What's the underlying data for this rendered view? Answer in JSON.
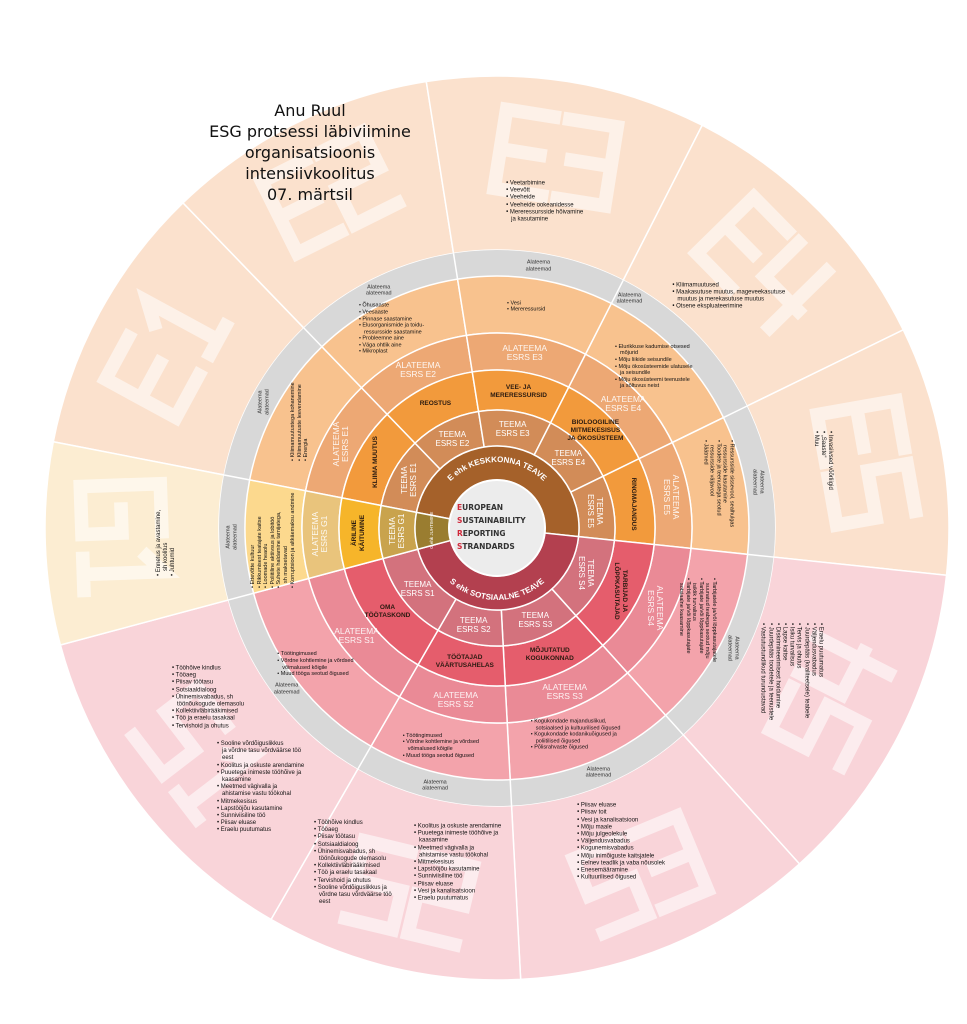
{
  "title": {
    "author": "Anu Ruul",
    "line1": "ESG protsessi läbiviimine organisatsioonis",
    "line2": "intensiivkoolitus",
    "date": "07. märtsil"
  },
  "center": {
    "words": [
      "EUROPEAN",
      "SUSTAINABILITY",
      "REPORTING",
      "STRANDARDS"
    ],
    "e_label": "E ehk KESKKONNA TEAVE",
    "s_label": "S ehk SOTSIAALNE TEAVE",
    "g_label": "G ehk JUHTIMINE"
  },
  "labels": {
    "teema": "TEEMA",
    "alateema": "ALATEEMA",
    "subsub": [
      "Alateema",
      "alateemad"
    ]
  },
  "colors": {
    "e_outer": "#fbe1cd",
    "e_list": "#f8c28e",
    "e_alateema": "#eda874",
    "e_topic": "#f29a3c",
    "e_teema": "#d28c58",
    "e_core": "#a5612a",
    "s_outer": "#f9d4d9",
    "s_list": "#f3a3ab",
    "s_alateema": "#ea8a96",
    "s_topic": "#e55d6c",
    "s_teema": "#d3727d",
    "s_core": "#b3404f",
    "g_outer": "#fcedd2",
    "g_list": "#fcd98e",
    "g_alateema": "#e9c47c",
    "g_topic": "#f6b52a",
    "g_teema": "#c9a34d",
    "g_core": "#9a7d30",
    "gray_ring": "#d8d8d8",
    "center": "#ececec"
  },
  "sectors": [
    {
      "code": "E1",
      "group": "e",
      "esrs": "ESRS E1",
      "topic": [
        "KLIIMA MUUTUS"
      ],
      "subtopics": [
        "Kliimamuutustega kohanemine",
        "Kliimamuutuste leevendamine",
        "Energia"
      ],
      "outer": []
    },
    {
      "code": "E2",
      "group": "e",
      "esrs": "ESRS E2",
      "topic": [
        "REOSTUS"
      ],
      "subtopics": [
        "Õhusaaste",
        "Veesaaste",
        "Pinnase saastamine",
        "Elusorganismide ja toidu-",
        "ressursside saastamine",
        "Probleemne aine",
        "Väga ohtlik aine",
        "Mikroplast"
      ],
      "outer": []
    },
    {
      "code": "E3",
      "group": "e",
      "esrs": "ESRS E3",
      "topic": [
        "VEE- JA",
        "MERERESSURSID"
      ],
      "subtopics": [
        "Vesi",
        "Mereressursid"
      ],
      "outer": [
        "Veetarbimine",
        "Veevõtt",
        "Veeheide",
        "Veeheide ookeanidesse",
        "Mereressursside hõivamine",
        "ja kasutamine"
      ]
    },
    {
      "code": "E4",
      "group": "e",
      "esrs": "ESRS E4",
      "topic": [
        "BIOLOOGILINE",
        "MITMEKESISUS",
        "JA ÖKOSÜSTEEM"
      ],
      "subtopics": [
        "Elurikkuse kadumise otsesed mõjurid",
        "Mõju liikide seisundile",
        "Mõju ökosüsteemide ulatusele",
        "ja seisundile",
        "Mõju ökosüsteemi teenustele",
        "ja sõltuvus neist"
      ],
      "outer": [
        "Kliimamuutused",
        "Maakasutuse muutus, mageveekasutuse",
        "muutus ja merekasutuse muutus",
        "Otsene ekspluateerimine"
      ]
    },
    {
      "code": "E5",
      "group": "e",
      "esrs": "ESRS E5",
      "topic": [
        "RINGMAJANDUS"
      ],
      "subtopics": [
        "Ressursside sissevool, sealhulgas",
        "ressursside kasutamine",
        "Toodete ja teenustega seotud",
        "ressursside väljavool",
        "Jäätmed"
      ],
      "outer": [
        "Invasiivsed võõrliigid",
        "„Saaste“",
        "Muu"
      ]
    },
    {
      "code": "S4",
      "group": "s",
      "esrs": "ESRS S4",
      "topic": [
        "TARBIJAD JA",
        "LÕPPKASUTAJAD"
      ],
      "subtopics": [
        "Tarbijatele ja/või lõppkasutajatele",
        "suunatud teabega seotud mõju",
        "Tarbijate ja/või lõppkasutajate",
        "isiklik turvalisus",
        "Tarbijate ja/või lõppkasutajate",
        "sotsiaalne kaasamine"
      ],
      "outer": [
        "Eraelu puutumatus",
        "Väljendusvabadus",
        "Juurdepääs (kvaliteetsele) teabele",
        "Tervis ja ohutus",
        "Isiku turvalisus",
        "Lapse kaitse",
        "Diskrimineerimisest hoidumine",
        "Juurdepääs toodetele ja teenustele",
        "Vastutustundlikud turundustavad"
      ]
    },
    {
      "code": "S3",
      "group": "s",
      "esrs": "ESRS S3",
      "topic": [
        "MÕJUTATUD",
        "KOGUKONNAD"
      ],
      "subtopics": [
        "Kogukondade majanduslikud,",
        "sotsiaalsed ja kultuurilised õigused",
        "Kogukondade kodanikuõigused ja",
        "poliitilised õigused",
        "Põlisrahvaste õigused"
      ],
      "outer": [
        "Piisav eluase",
        "Piisav toit",
        "Vesi ja kanalisatsioon",
        "Mõju maale",
        "Mõju julgeolekule",
        "Väljendusvabadus",
        "Kogunemisvabadus",
        "Mõju inimõiguste kaitsjatele",
        "Eelnev teadlik ja vaba nõusolek",
        "Enesemääramine",
        "Kultuurilised õigused"
      ]
    },
    {
      "code": "S2",
      "group": "s",
      "esrs": "ESRS S2",
      "topic": [
        "TÖÖTAJAD",
        "VÄÄRTUSAHELAS"
      ],
      "subtopics": [
        "Töötingimused",
        "Võrdne kohtlemine ja võrdsed",
        "võimalused kõigile",
        "Muud tööga seotud õigused"
      ],
      "outer": [
        "Tööhõive kindlus",
        "Tööaeg",
        "Piisav töötasu",
        "Sotsiaaldialoog",
        "Ühinemisvabadus, sh",
        "töönõukogude olemasolu",
        "Kollektiivläbirääkimised",
        "Töö ja eraelu tasakaal",
        "Tervishoid ja ohutus",
        "Sooline võrdõiguslikkus ja",
        "võrdne tasu võrdväärse töö eest"
      ],
      "outer2": [
        "Koolitus ja oskuste arendamine",
        "Puuetega inimeste tööhõive ja kaasamine",
        "Meetmed vägivalla ja",
        "ahistamise vastu töökohal",
        "Mitmekesisus",
        "Lapstööjõu kasutamine",
        "Sunniviisiline töö",
        "Piisav eluase",
        "Vesi ja kanalisatsioon",
        "Eraelu puutumatus"
      ]
    },
    {
      "code": "S1",
      "group": "s",
      "esrs": "ESRS S1",
      "topic": [
        "OMA",
        "TÖÖTASKOND"
      ],
      "subtopics": [
        "Töötingimused",
        "Võrdne kohtlemine ja võrdsed",
        "võimalused kõigile",
        "Muud tööga seotud õigused"
      ],
      "outer": [
        "Tööhõive kindlus",
        "Tööaeg",
        "Piisav töötasu",
        "Sotsiaaldialoog",
        "Ühinemisvabadus, sh",
        "töönõukogude olemasolu",
        "Kollektiivläbirääkimised",
        "Töö ja eraelu tasakaal",
        "Tervishoid ja ohutus"
      ],
      "outer2": [
        "Sooline võrdõiguslikkus",
        "ja võrdne tasu võrdväärse töö eest",
        "Koolitus ja oskuste arendamine",
        "Puuetega inimeste tööhõive ja kaasamine",
        "Meetmed vägivalla ja",
        "ahistamise vastu töökohal",
        "Mitmekesisus",
        "Lapstööjõu kasutamine",
        "Sunniviisiline töö",
        "Piisav eluase",
        "Eraelu puutumatus"
      ]
    },
    {
      "code": "G1",
      "group": "g",
      "esrs": "ESRS G1",
      "topic": [
        "ÄRILINE",
        "KÄITUMINE"
      ],
      "subtopics": [
        "Ettevõtte kultuur",
        "Rikkumisest teatajate kaitse",
        "Loomade heaolu",
        "Poliitiline aktiivsus ja lobitöö",
        "Suhete haldamine tarnijatega,",
        "sh maksetavad",
        "Korruptsioon ja altkäemaksu andmine"
      ],
      "outer": [
        "Ennetus ja avastamine,",
        "sh koolitus",
        "Juhtumid"
      ]
    }
  ]
}
